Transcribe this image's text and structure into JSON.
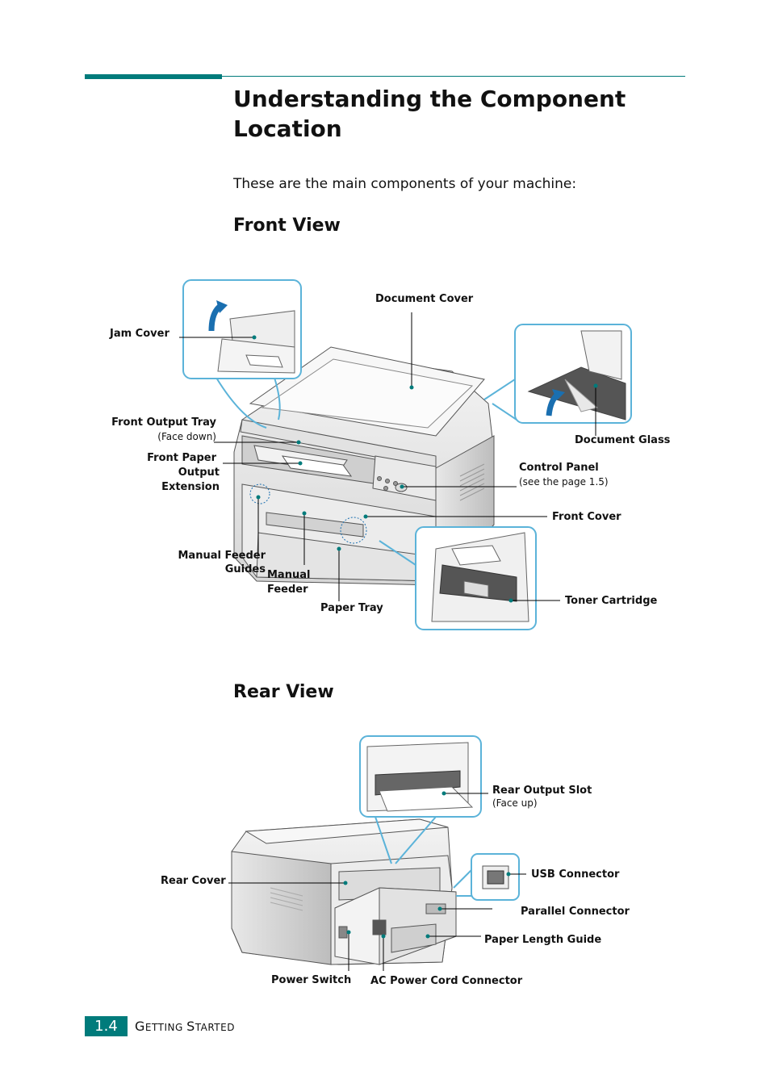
{
  "heading": {
    "title": "Understanding the Component Location"
  },
  "intro": "These are the main components of your machine:",
  "front_view": {
    "heading": "Front View",
    "labels": {
      "document_cover": "Document Cover",
      "jam_cover": "Jam Cover",
      "front_output_tray": "Front Output Tray",
      "front_output_tray_note": "(Face down)",
      "front_paper_output_extension_l1": "Front Paper",
      "front_paper_output_extension_l2": "Output",
      "front_paper_output_extension_l3": "Extension",
      "document_glass": "Document Glass",
      "control_panel": "Control Panel",
      "control_panel_note": "(see the page 1.5)",
      "front_cover": "Front Cover",
      "manual_feeder_guides_l1": "Manual Feeder",
      "manual_feeder_guides_l2": "Guides",
      "manual_feeder_l1": "Manual",
      "manual_feeder_l2": "Feeder",
      "paper_tray": "Paper Tray",
      "toner_cartridge": "Toner Cartridge"
    }
  },
  "rear_view": {
    "heading": "Rear View",
    "labels": {
      "rear_output_slot": "Rear Output Slot",
      "rear_output_slot_note": "(Face up)",
      "usb_connector": "USB Connector",
      "rear_cover": "Rear Cover",
      "parallel_connector": "Parallel Connector",
      "paper_length_guide": "Paper Length Guide",
      "power_switch": "Power Switch",
      "ac_power_cord_connector": "AC Power Cord Connector"
    }
  },
  "footer": {
    "page_number": "1.4",
    "section": "Getting Started",
    "section_first_g": "G",
    "section_rest1": "ETTING ",
    "section_first_s": "S",
    "section_rest2": "TARTED"
  },
  "colors": {
    "accent": "#007b7b",
    "callout_border": "#5bb3d9",
    "callout_arrow": "#1a6fb0"
  }
}
